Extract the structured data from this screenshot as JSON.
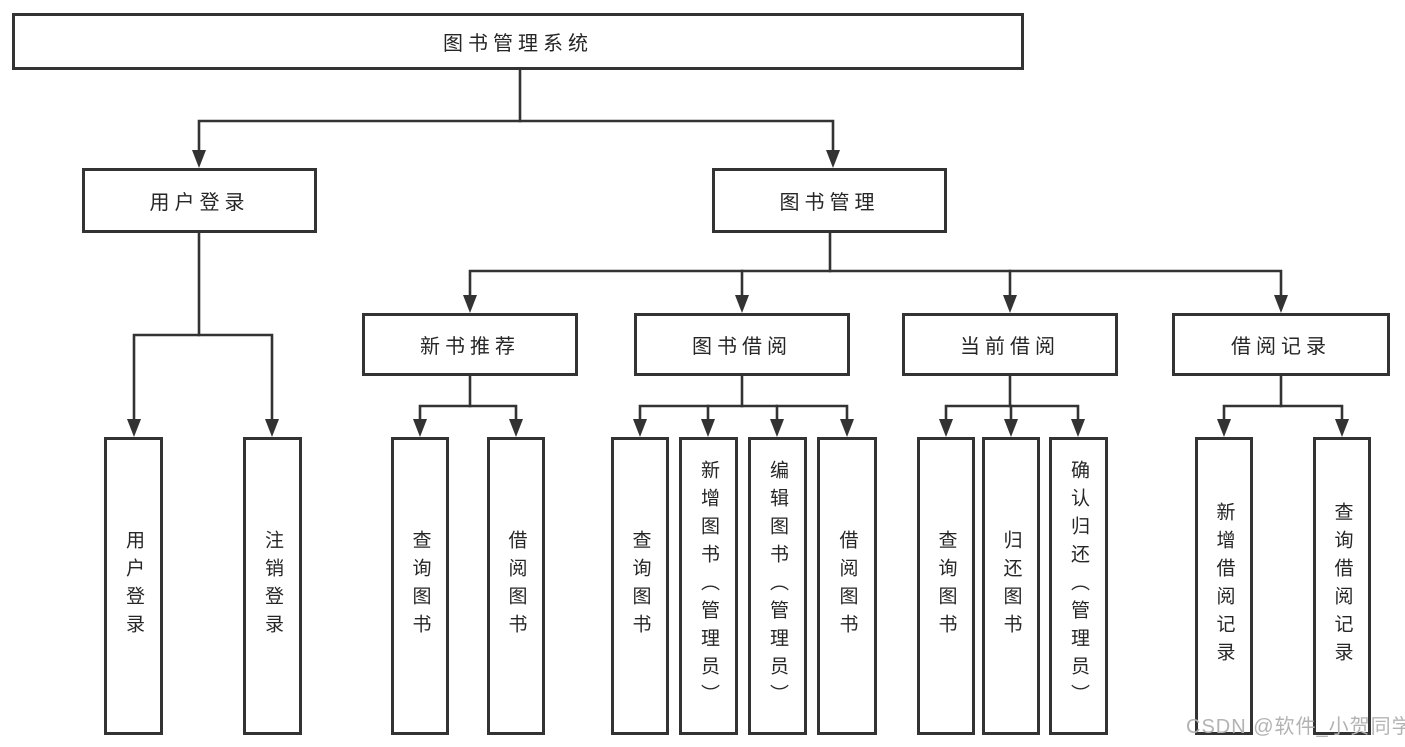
{
  "diagram": {
    "root": {
      "label": "图书管理系统",
      "children": [
        {
          "label": "用户登录",
          "children": [
            {
              "label": "用户登录"
            },
            {
              "label": "注销登录"
            }
          ]
        },
        {
          "label": "图书管理",
          "children": [
            {
              "label": "新书推荐",
              "children": [
                {
                  "label": "查询图书"
                },
                {
                  "label": "借阅图书"
                }
              ]
            },
            {
              "label": "图书借阅",
              "children": [
                {
                  "label": "查询图书"
                },
                {
                  "label": "新增图书（管理员）"
                },
                {
                  "label": "编辑图书（管理员）"
                },
                {
                  "label": "借阅图书"
                }
              ]
            },
            {
              "label": "当前借阅",
              "children": [
                {
                  "label": "查询图书"
                },
                {
                  "label": "归还图书"
                },
                {
                  "label": "确认归还（管理员）"
                }
              ]
            },
            {
              "label": "借阅记录",
              "children": [
                {
                  "label": "新增借阅记录"
                },
                {
                  "label": "查询借阅记录"
                }
              ]
            }
          ]
        }
      ]
    }
  },
  "watermark": {
    "text": "CSDN @软件_小贺同学"
  },
  "colors": {
    "line": "#333333",
    "text": "#262626",
    "watermark": "#b3b3b3",
    "background": "#ffffff"
  }
}
